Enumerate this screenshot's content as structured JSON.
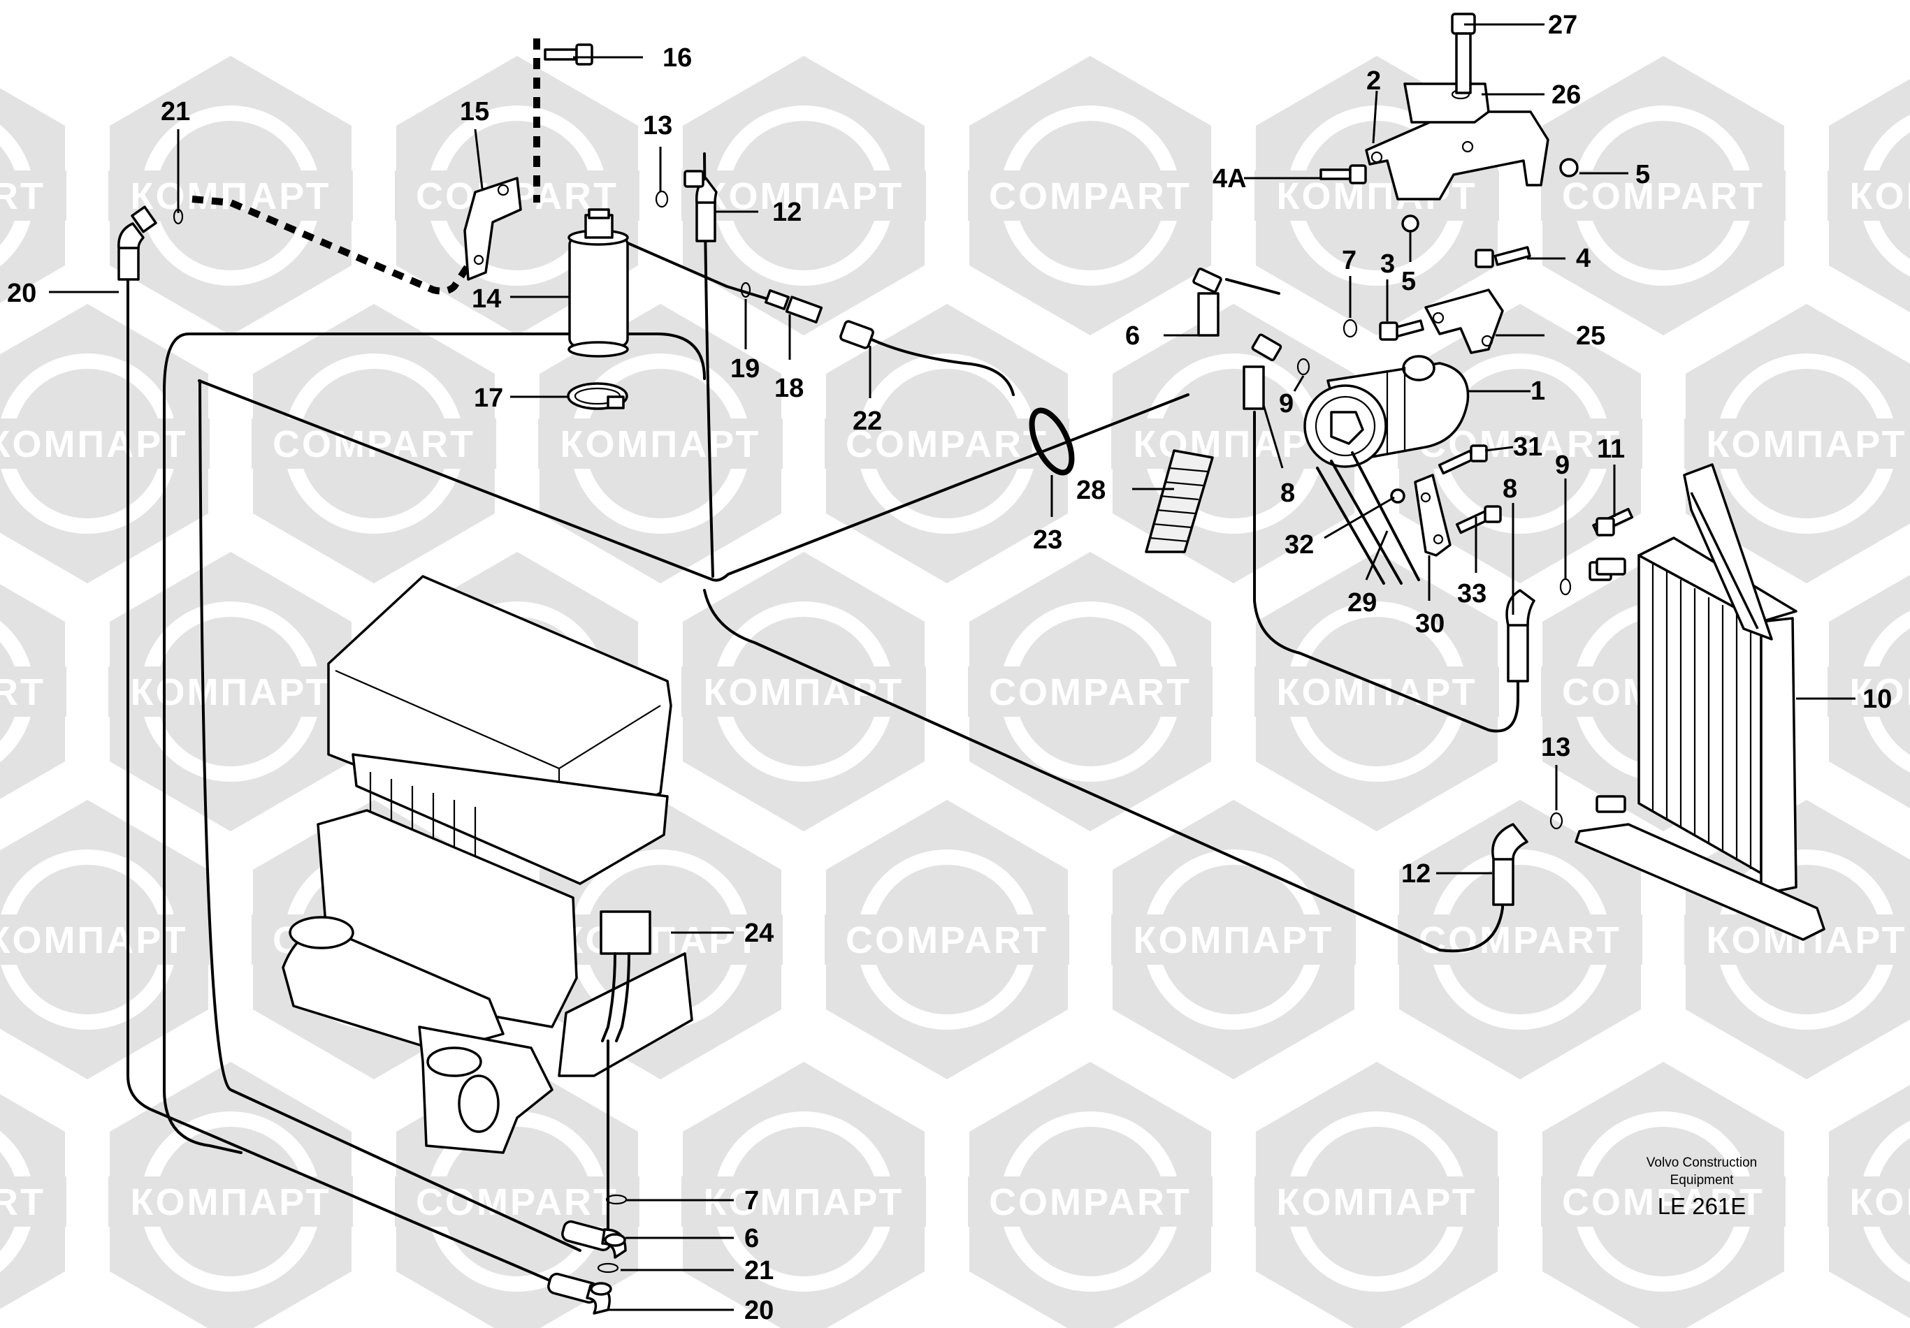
{
  "watermark": {
    "text_latin": "COMPART",
    "text_cyrillic": "КОМПАРТ"
  },
  "callouts": [
    {
      "id": "c27",
      "text": "27"
    },
    {
      "id": "c2",
      "text": "2"
    },
    {
      "id": "c26",
      "text": "26"
    },
    {
      "id": "c16",
      "text": "16"
    },
    {
      "id": "c21a",
      "text": "21"
    },
    {
      "id": "c15",
      "text": "15"
    },
    {
      "id": "c13a",
      "text": "13"
    },
    {
      "id": "c12a",
      "text": "12"
    },
    {
      "id": "c4A",
      "text": "4A"
    },
    {
      "id": "c5a",
      "text": "5"
    },
    {
      "id": "c20a",
      "text": "20"
    },
    {
      "id": "c7a",
      "text": "7"
    },
    {
      "id": "c3",
      "text": "3"
    },
    {
      "id": "c4",
      "text": "4"
    },
    {
      "id": "c5b",
      "text": "5"
    },
    {
      "id": "c14",
      "text": "14"
    },
    {
      "id": "c6a",
      "text": "6"
    },
    {
      "id": "c25",
      "text": "25"
    },
    {
      "id": "c17",
      "text": "17"
    },
    {
      "id": "c19",
      "text": "19"
    },
    {
      "id": "c18",
      "text": "18"
    },
    {
      "id": "c9a",
      "text": "9"
    },
    {
      "id": "c1",
      "text": "1"
    },
    {
      "id": "c22",
      "text": "22"
    },
    {
      "id": "c31",
      "text": "31"
    },
    {
      "id": "c11",
      "text": "11"
    },
    {
      "id": "c9b",
      "text": "9"
    },
    {
      "id": "c8a",
      "text": "8"
    },
    {
      "id": "c28",
      "text": "28"
    },
    {
      "id": "c8b",
      "text": "8"
    },
    {
      "id": "c23",
      "text": "23"
    },
    {
      "id": "c32",
      "text": "32"
    },
    {
      "id": "c33",
      "text": "33"
    },
    {
      "id": "c29",
      "text": "29"
    },
    {
      "id": "c30",
      "text": "30"
    },
    {
      "id": "c10",
      "text": "10"
    },
    {
      "id": "c13b",
      "text": "13"
    },
    {
      "id": "c12b",
      "text": "12"
    },
    {
      "id": "c24",
      "text": "24"
    },
    {
      "id": "c7b",
      "text": "7"
    },
    {
      "id": "c6b",
      "text": "6"
    },
    {
      "id": "c21b",
      "text": "21"
    },
    {
      "id": "c20b",
      "text": "20"
    }
  ],
  "footer": {
    "manufacturer_line1": "Volvo Construction",
    "manufacturer_line2": "Equipment",
    "drawing_code": "LE 261E"
  }
}
